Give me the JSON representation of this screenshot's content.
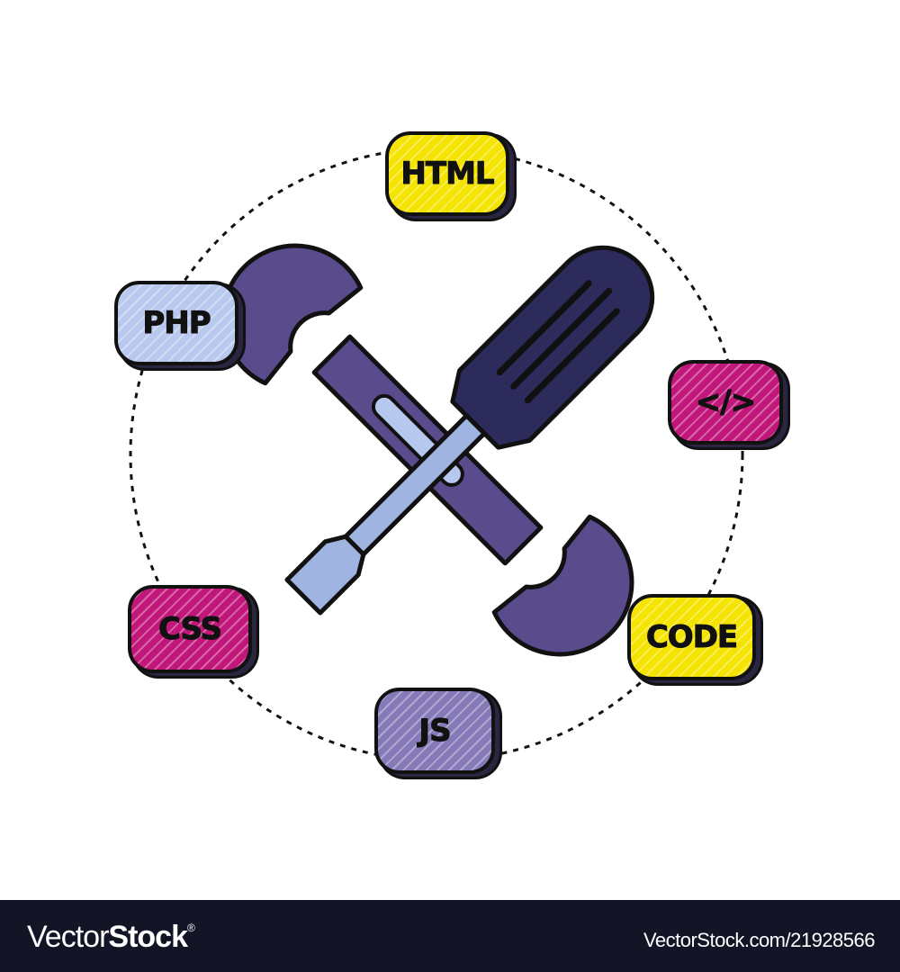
{
  "illustration": {
    "subject": "crossed wrench and screwdriver surrounded by web-development badges",
    "center_icon": "wrench-screwdriver-icon",
    "badges": [
      {
        "id": "html",
        "label": "HTML",
        "color": "#f5e400"
      },
      {
        "id": "php",
        "label": "PHP",
        "color": "#b9c8ee"
      },
      {
        "id": "code-tag",
        "label": "</>",
        "color": "#c2177a"
      },
      {
        "id": "css",
        "label": "CSS",
        "color": "#c2177a"
      },
      {
        "id": "code",
        "label": "CODE",
        "color": "#f5e400"
      },
      {
        "id": "js",
        "label": "JS",
        "color": "#8579b8"
      }
    ],
    "colors": {
      "wrench": "#5a4b8c",
      "screwdriver_handle": "#2d2a5c",
      "screwdriver_shaft": "#9fb4e0",
      "outline": "#111111"
    }
  },
  "footer": {
    "brand_light": "Vector",
    "brand_bold": "Stock",
    "registered": "®",
    "reference": "VectorStock.com/21928566",
    "background": "#131526"
  }
}
